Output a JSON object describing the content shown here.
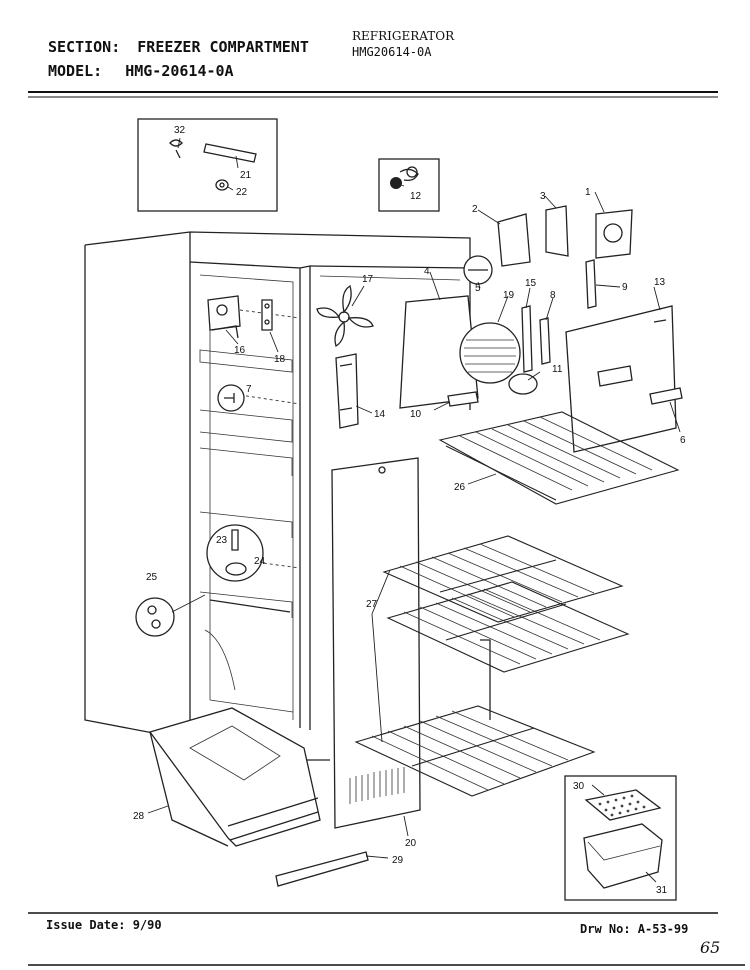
{
  "header": {
    "section_label": "SECTION:",
    "section_value": "FREEZER COMPARTMENT",
    "model_label": "MODEL:",
    "model_value": "HMG-20614-0A",
    "product": "REFRIGERATOR",
    "product_model": "HMG20614-0A"
  },
  "footer": {
    "issue": "Issue Date: 9/90",
    "drawing": "Drw No: A-53-99",
    "page_note": "65"
  },
  "callouts": {
    "c1": "1",
    "c2": "2",
    "c3": "3",
    "c4": "4",
    "c5": "5",
    "c6": "6",
    "c7": "7",
    "c8": "8",
    "c9": "9",
    "c10": "10",
    "c11": "11",
    "c12": "12",
    "c13": "13",
    "c14": "14",
    "c15": "15",
    "c16": "16",
    "c17": "17",
    "c18": "18",
    "c19": "19",
    "c20": "20",
    "c21": "21",
    "c22": "22",
    "c23": "23",
    "c24": "24",
    "c25": "25",
    "c26": "26",
    "c27": "27",
    "c28": "28",
    "c29": "29",
    "c30": "30",
    "c31": "31",
    "c32": "32"
  }
}
